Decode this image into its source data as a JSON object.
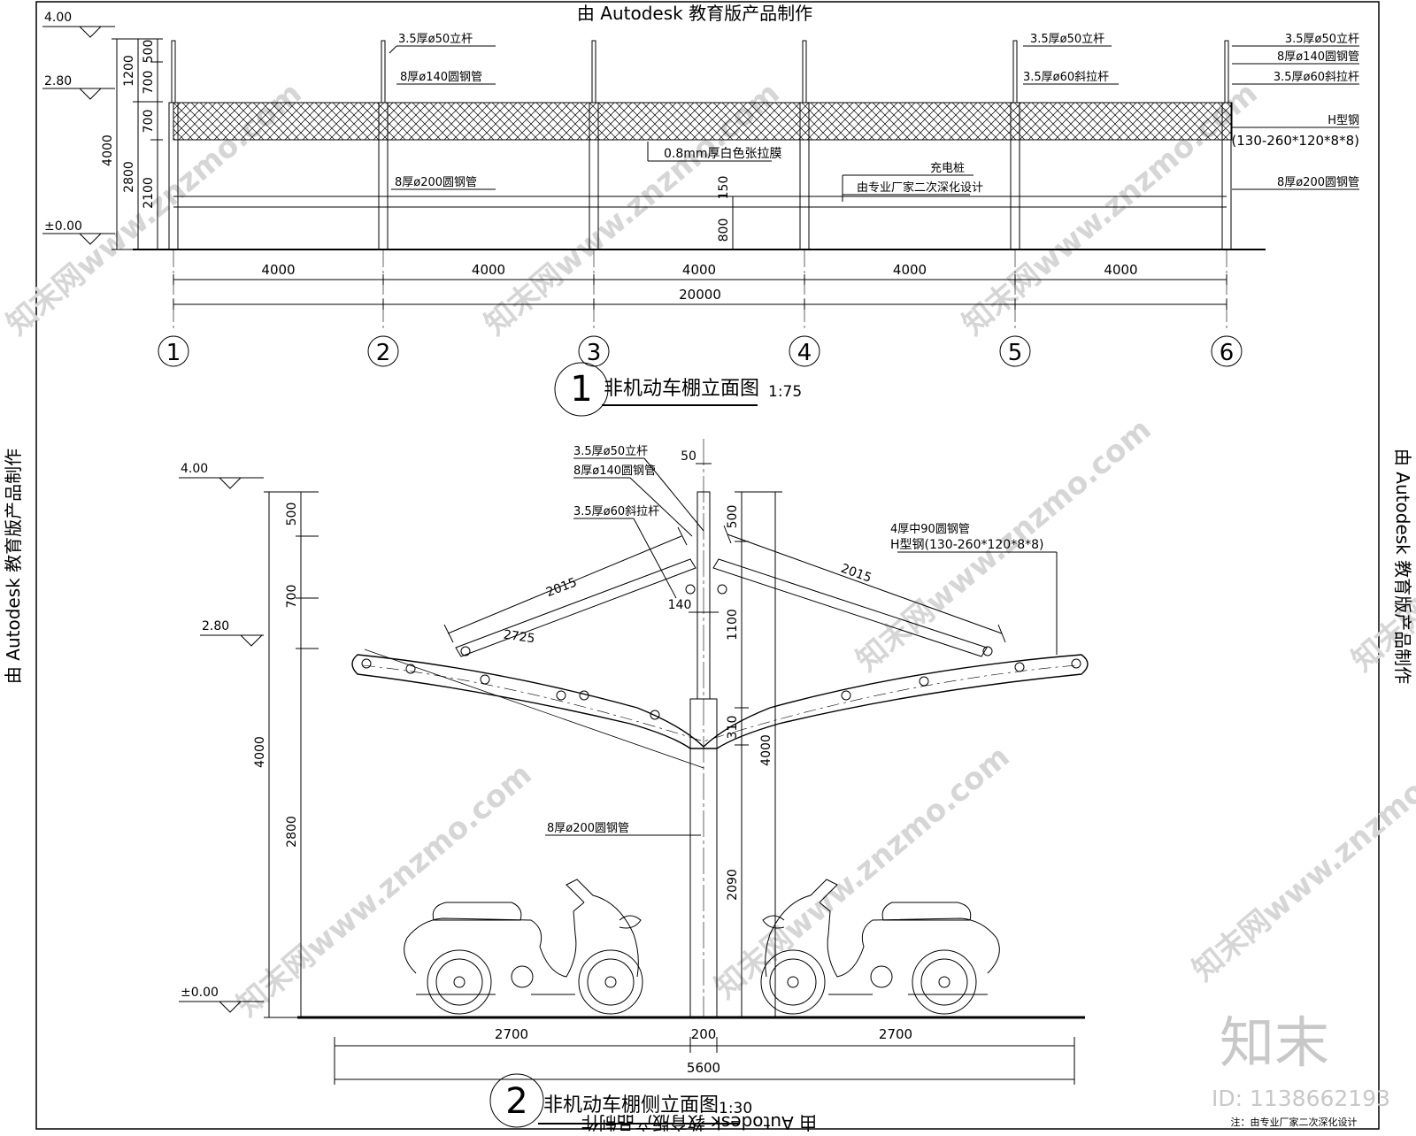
{
  "watermark_top": "由 Autodesk 教育版产品制作",
  "watermark_side": "由 Autodesk 教育版产品制作",
  "watermark_bottom_mirrored": "由 Autodesk 教育版产品制作",
  "site_watermarks": [
    "知末网www.znzmo.com",
    "知末网www.znzmo.com",
    "知末网www.znzmo.com",
    "知末网www.znzmo.com",
    "知末网www.znzmo.com",
    "知末网www.znzmo.com",
    "知末网www.znzmo.com",
    "知末网www.znzmo.com"
  ],
  "brand_logo": "知末",
  "id_text": "ID: 1138662193",
  "note": "注：由专业厂家二次深化设计",
  "elevation": {
    "levels": {
      "top": "4.00",
      "mid": "2.80",
      "ground": "±0.00"
    },
    "left_dims": {
      "total_left": "4000",
      "upper_left": "1200",
      "lower_left": "2800",
      "d500": "500",
      "d700a": "700",
      "d700b": "700",
      "d2100": "2100"
    },
    "callouts": {
      "post_50": "3.5厚ø50立杆",
      "pipe_140": "8厚ø140圆钢管",
      "post_50_b": "3.5厚ø50立杆",
      "brace_60": "3.5厚ø60斜拉杆",
      "post_50_r": "3.5厚ø50立杆",
      "pipe_140_r": "8厚ø140圆钢管",
      "brace_60_r": "3.5厚ø60斜拉杆",
      "h_steel_1": "H型钢",
      "h_steel_2": "(130-260*120*8*8)",
      "membrane": "0.8mm厚白色张拉膜",
      "pipe_200_l": "8厚ø200圆钢管",
      "charger_1": "充电桩",
      "charger_2": "由专业厂家二次深化设计",
      "pipe_200_r": "8厚ø200圆钢管"
    },
    "mid_dims": {
      "d150": "150",
      "d800": "800"
    },
    "spans": [
      "4000",
      "4000",
      "4000",
      "4000",
      "4000"
    ],
    "total": "20000",
    "axes": [
      "1",
      "2",
      "3",
      "4",
      "5",
      "6"
    ],
    "title_num": "1",
    "title": "非机动车棚立面图",
    "scale": "1:75"
  },
  "section": {
    "levels": {
      "top": "4.00",
      "mid": "2.80",
      "ground": "±0.00"
    },
    "left_dims": {
      "d500": "500",
      "d700": "700",
      "d4000": "4000",
      "d2800": "2800"
    },
    "right_dims": {
      "d500": "500",
      "d1100": "1100",
      "d310": "310",
      "d4000": "4000",
      "d2090": "2090"
    },
    "top_dim": "50",
    "dim_140": "140",
    "arm_left": "2015",
    "arm_right": "2015",
    "chord": "2725",
    "callouts": {
      "post_50": "3.5厚ø50立杆",
      "pipe_140": "8厚ø140圆钢管",
      "brace_60": "3.5厚ø60斜拉杆",
      "pipe_90": "4厚中90圆钢管",
      "h_steel": "H型钢(130-260*120*8*8)",
      "pipe_200": "8厚ø200圆钢管"
    },
    "bottom_dims": [
      "2700",
      "200",
      "2700"
    ],
    "total": "5600",
    "title_num": "2",
    "title": "非机动车棚侧立面图",
    "scale": "1:30"
  }
}
